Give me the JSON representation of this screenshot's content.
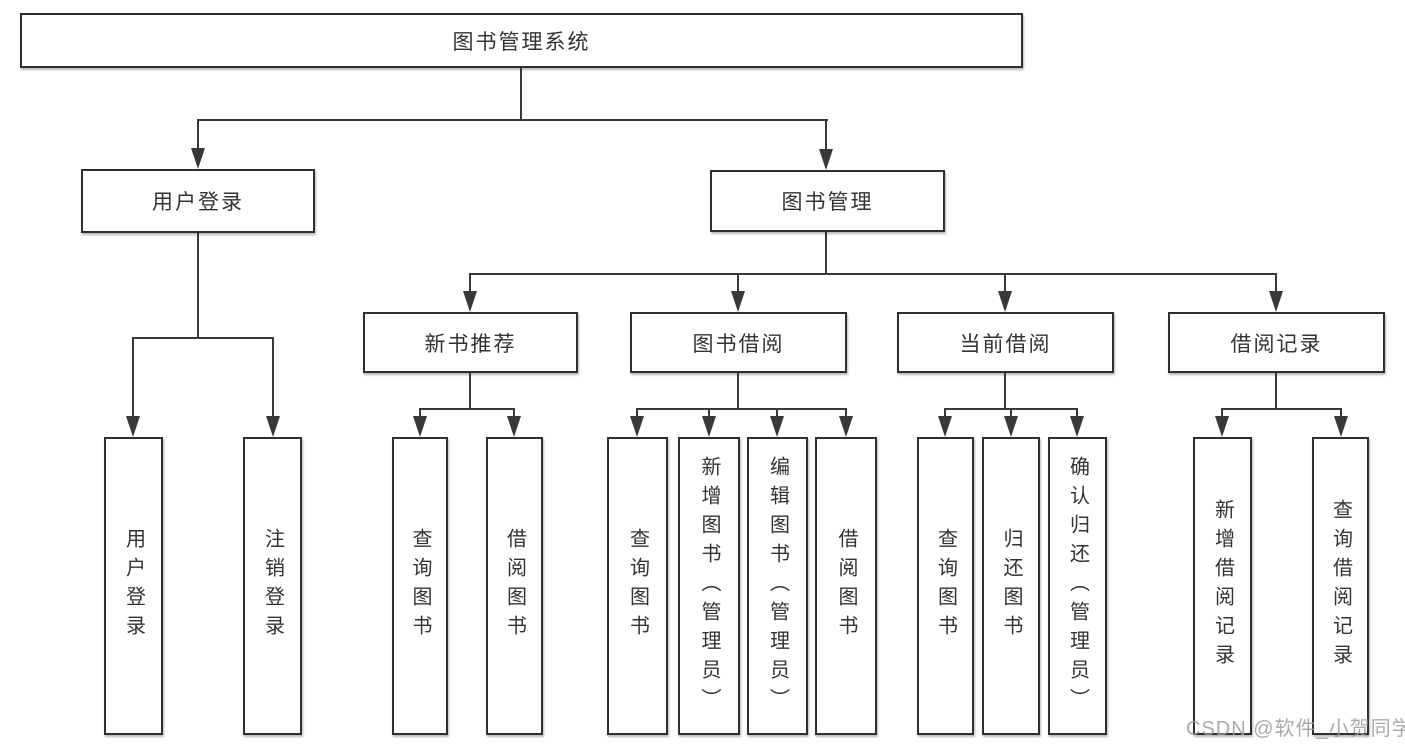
{
  "diagram": {
    "type": "hierarchy",
    "root": {
      "label": "图书管理系统",
      "children": [
        {
          "label": "用户登录",
          "children": [
            {
              "label": "用户登录"
            },
            {
              "label": "注销登录"
            }
          ]
        },
        {
          "label": "图书管理",
          "children": [
            {
              "label": "新书推荐",
              "children": [
                {
                  "label": "查询图书"
                },
                {
                  "label": "借阅图书"
                }
              ]
            },
            {
              "label": "图书借阅",
              "children": [
                {
                  "label": "查询图书"
                },
                {
                  "label": "新增图书（管理员）"
                },
                {
                  "label": "编辑图书（管理员）"
                },
                {
                  "label": "借阅图书"
                }
              ]
            },
            {
              "label": "当前借阅",
              "children": [
                {
                  "label": "查询图书"
                },
                {
                  "label": "归还图书"
                },
                {
                  "label": "确认归还（管理员）"
                }
              ]
            },
            {
              "label": "借阅记录",
              "children": [
                {
                  "label": "新增借阅记录"
                },
                {
                  "label": "查询借阅记录"
                }
              ]
            }
          ]
        }
      ]
    },
    "colors": {
      "line": "#383838",
      "box_border": "#2f2f2f",
      "box_fill": "#ffffff",
      "text": "#333333",
      "watermark": "#9b9b9b",
      "background": "#ffffff"
    }
  },
  "watermark": {
    "text": "CSDN @软件_小贺同学"
  }
}
